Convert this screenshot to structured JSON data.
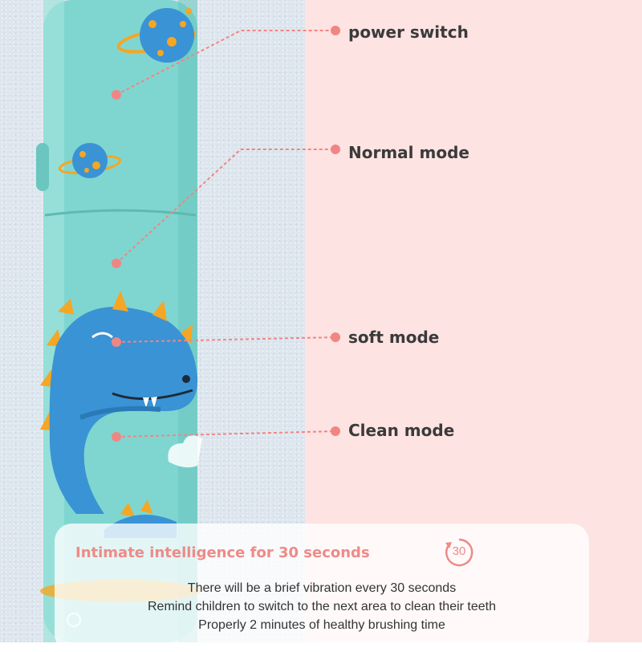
{
  "labels": {
    "power_switch": "power switch",
    "normal_mode": "Normal mode",
    "soft_mode": "soft mode",
    "clean_mode": "Clean mode"
  },
  "info_card": {
    "title": "Intimate intelligence for 30 seconds",
    "timer_value": "30",
    "lines": [
      "There will be a brief vibration every 30 seconds",
      "Remind children to switch to the next area to clean their teeth",
      "Properly 2 minutes of healthy brushing time"
    ]
  },
  "colors": {
    "accent": "#ee8a88",
    "callout": "#f08684",
    "brush_body": "#7fd6d0",
    "dino": "#3a93d4",
    "background_pink": "#fde3e2"
  }
}
